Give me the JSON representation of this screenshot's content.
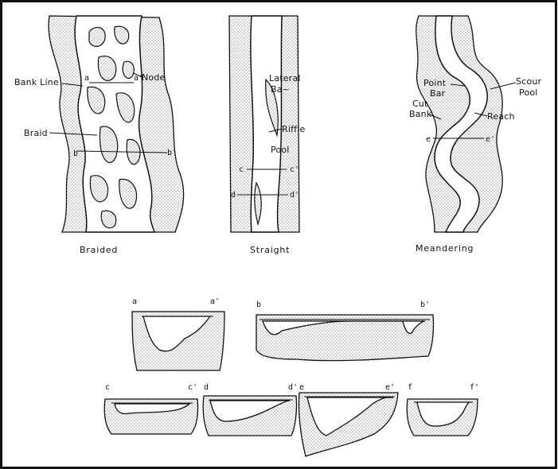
{
  "channel_types": [
    {
      "caption": "Braided",
      "labels": {
        "bank_line": "Bank Line",
        "node": "Node",
        "braid": "Braid"
      }
    },
    {
      "caption": "Straight",
      "labels": {
        "lateral_bar_1": "Lateral",
        "lateral_bar_2": "Ba~",
        "riffle": "Riffle",
        "pool": "Pool"
      }
    },
    {
      "caption": "Meandering",
      "labels": {
        "point_bar_1": "Point",
        "point_bar_2": "Bar",
        "cut_bank_1": "Cut",
        "cut_bank_2": "Bank",
        "scour_pool_1": "Scour",
        "scour_pool_2": "Pool",
        "reach": "Reach"
      }
    }
  ],
  "plan_points": {
    "braided": [
      "a",
      "a'",
      "b",
      "b'"
    ],
    "straight": [
      "c",
      "c'",
      "d",
      "d'"
    ],
    "meandering": [
      "e",
      "e'"
    ]
  },
  "cross_sections": {
    "aa": {
      "left": "a",
      "right": "a'"
    },
    "bb": {
      "left": "b",
      "right": "b'"
    },
    "cc": {
      "left": "c",
      "right": "c'"
    },
    "dd": {
      "left": "d",
      "right": "d'"
    },
    "ee": {
      "left": "e",
      "right": "e'"
    },
    "ff": {
      "left": "f",
      "right": "f'"
    }
  },
  "colors": {
    "ink": "#111111",
    "stipple": "#9a9a9a",
    "paper": "#ffffff"
  }
}
